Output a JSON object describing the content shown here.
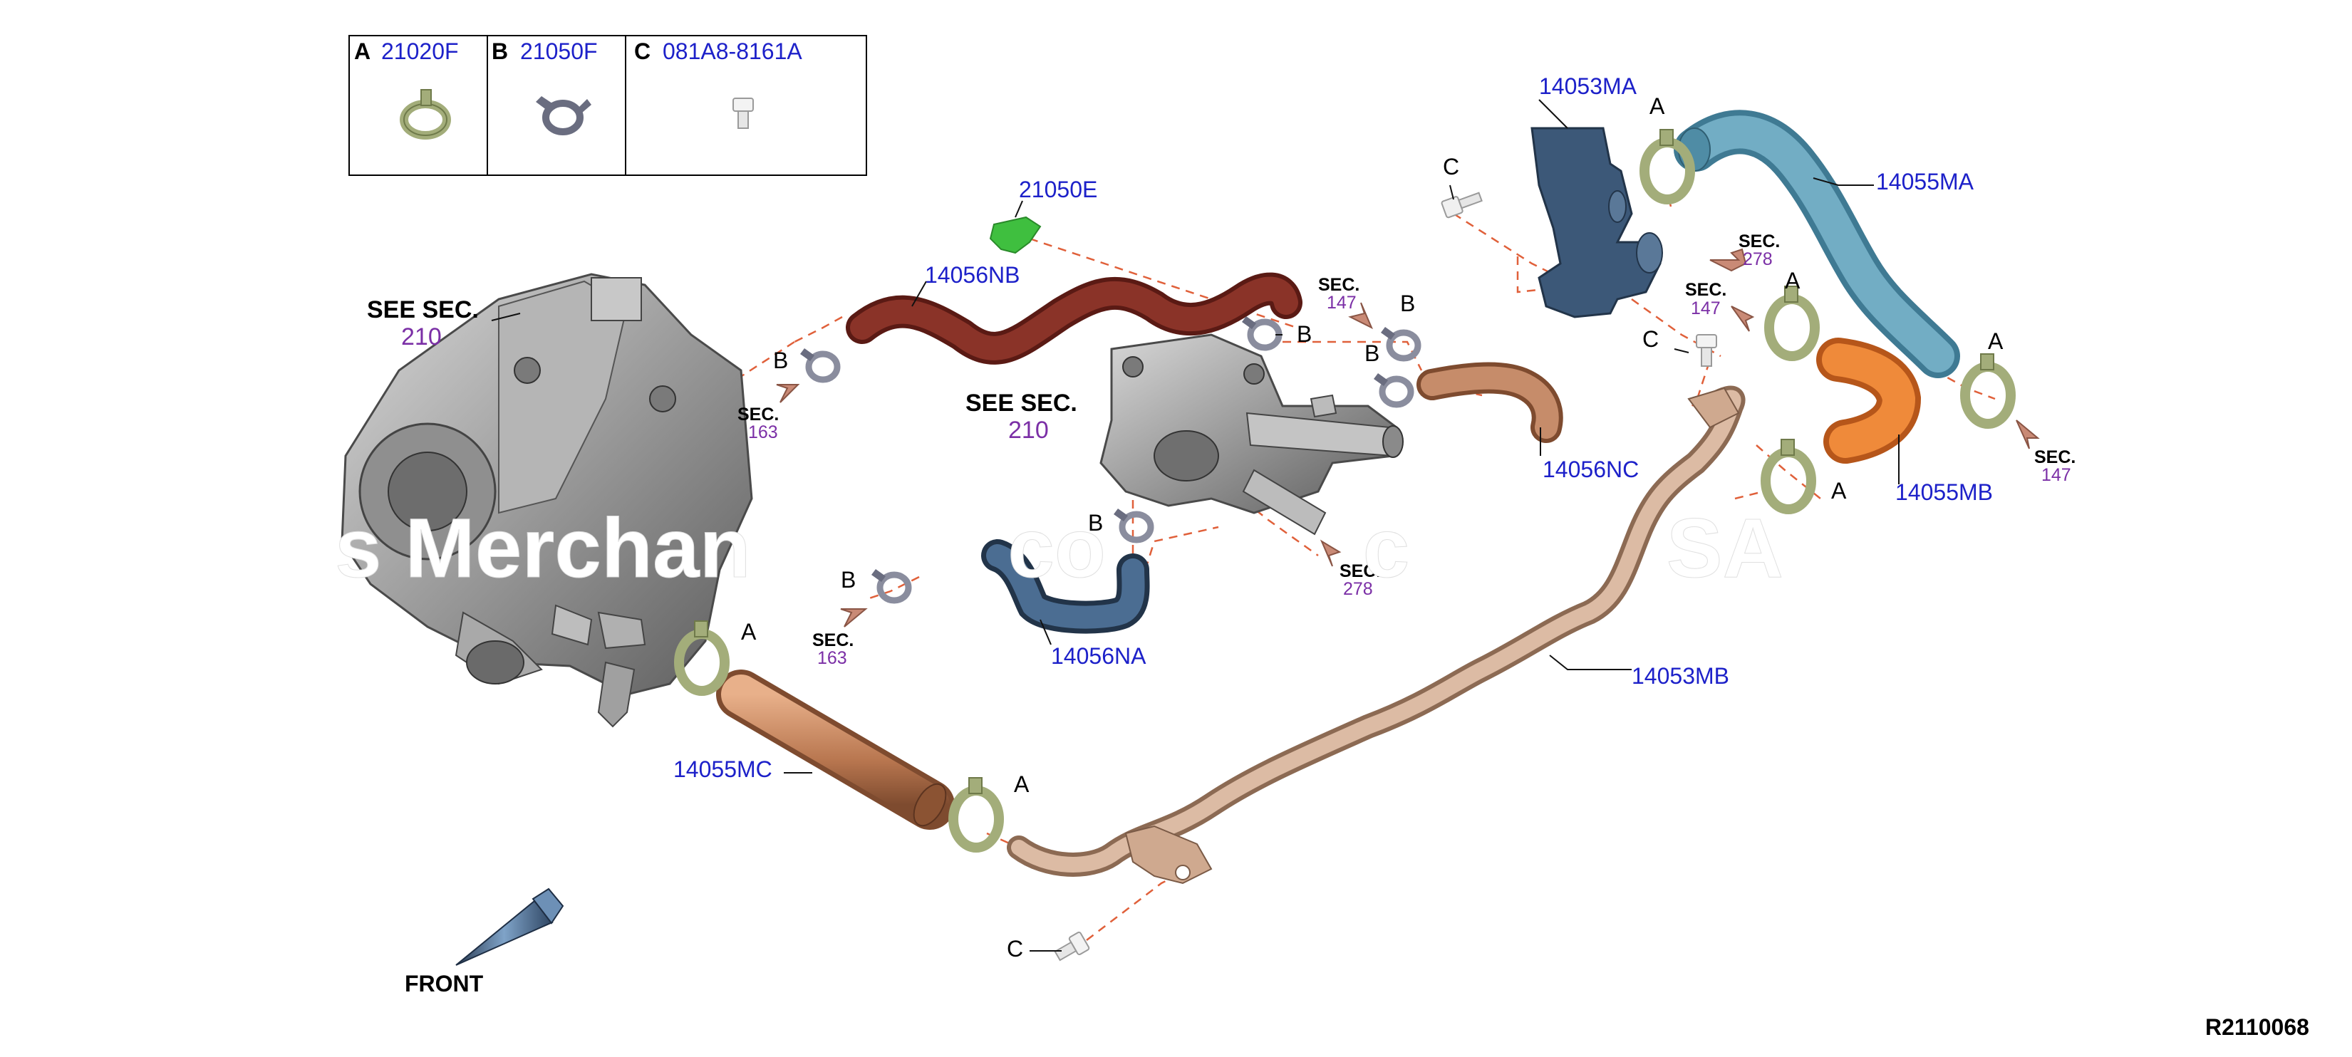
{
  "legend": {
    "items": [
      {
        "letter": "A",
        "part": "21020F"
      },
      {
        "letter": "B",
        "part": "21050F"
      },
      {
        "letter": "C",
        "part": "081A8-8161A"
      }
    ]
  },
  "parts": {
    "p14053MA": "14053MA",
    "p14055MA": "14055MA",
    "p21050E": "21050E",
    "p14056NB": "14056NB",
    "p14056NC": "14056NC",
    "p14055MB": "14055MB",
    "p14056NA": "14056NA",
    "p14053MB": "14053MB",
    "p14055MC": "14055MC"
  },
  "see_sec": {
    "label": "SEE SEC.",
    "left_num": "210",
    "center_num": "210"
  },
  "sec": {
    "label": "SEC.",
    "n163a": "163",
    "n163b": "163",
    "n147a": "147",
    "n147b": "147",
    "n147c": "147",
    "n278a": "278",
    "n278b": "278"
  },
  "callouts": {
    "A": "A",
    "B": "B",
    "C": "C"
  },
  "watermark": "s Merchan           co           c           SA",
  "front_label": "FRONT",
  "figure_code": "R2110068",
  "colors": {
    "part_number": "#1d21c9",
    "section_number": "#7b2fa6",
    "clamp_a": "#a3ad7a",
    "clamp_b": "#6a6d80",
    "hose_dark_red": "#7a2a22",
    "hose_blue": "#3c5878",
    "hose_light_blue": "#5f9ab3",
    "hose_orange": "#e27a2e",
    "hose_copper": "#b8764f",
    "pipe_tan": "#c9a48a",
    "gasket_green": "#3fbf3f"
  }
}
